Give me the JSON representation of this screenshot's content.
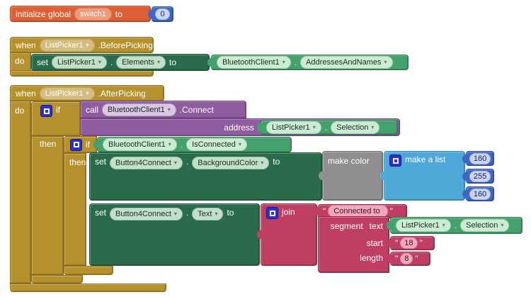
{
  "icons": {
    "dropdown": "▾"
  },
  "ui": {
    "quote": "\""
  },
  "colors": {
    "event_gold": "#B6922E",
    "setter_green": "#2A6B4B",
    "getter_green": "#45A16B",
    "procedure_purple": "#8F5C9F",
    "color_gray": "#8F8F8F",
    "list_blue": "#4FA9D8",
    "math_blue": "#3F66C5",
    "text_crimson": "#BF3F63",
    "variable_orange": "#DE5F35",
    "mutator_blue": "#2B2FD9",
    "canvas": "#FFFFFF"
  },
  "blocks": {
    "init_global": {
      "label": "initialize global",
      "name_field": "switch1",
      "to": "to",
      "number_value": "0"
    },
    "before_picking": {
      "when": "when",
      "component": "ListPicker1",
      "event": ".BeforePicking",
      "do": "do",
      "setter": {
        "set": "set",
        "component": "ListPicker1",
        "dot": ".",
        "property": "Elements",
        "to": "to"
      },
      "value_getter": {
        "component": "BluetoothClient1",
        "dot": ".",
        "property": "AddressesAndNames"
      }
    },
    "after_picking": {
      "when": "when",
      "component": "ListPicker1",
      "event": ".AfterPicking",
      "do": "do",
      "outer_if": {
        "if": "if",
        "then": "then"
      },
      "connect_call": {
        "call": "call",
        "component": "BluetoothClient1",
        "method": ".Connect",
        "arg_label": "address",
        "arg_getter": {
          "component": "ListPicker1",
          "dot": ".",
          "property": "Selection"
        }
      },
      "inner_if": {
        "if": "if",
        "then": "then",
        "condition": {
          "component": "BluetoothClient1",
          "dot": ".",
          "property": "IsConnected"
        }
      },
      "set_background": {
        "set": "set",
        "component": "Button4Connect",
        "dot": ".",
        "property": "BackgroundColor",
        "to": "to"
      },
      "make_color": {
        "label": "make color"
      },
      "make_a_list": {
        "label": "make a list",
        "items": [
          "160",
          "255",
          "160"
        ]
      },
      "set_text": {
        "set": "set",
        "component": "Button4Connect",
        "dot": ".",
        "property": "Text",
        "to": "to"
      },
      "join": {
        "label": "join",
        "string1": "Connected to ",
        "segment": {
          "label": "segment",
          "text_label": "text",
          "start_label": "start",
          "length_label": "length",
          "text_getter": {
            "component": "ListPicker1",
            "dot": ".",
            "property": "Selection"
          },
          "start_value": "18",
          "length_value": "8"
        }
      }
    }
  }
}
